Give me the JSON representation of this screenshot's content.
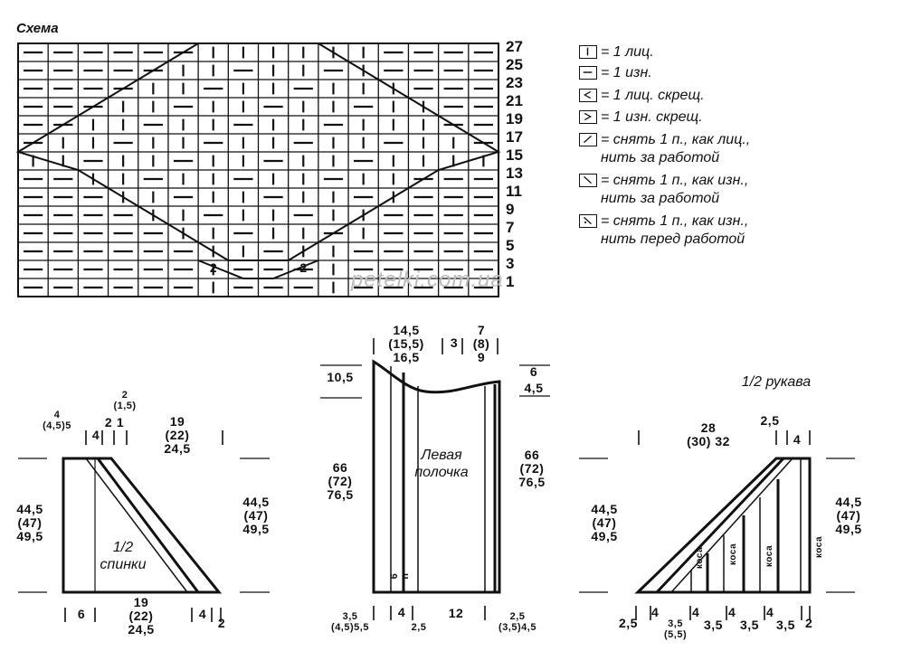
{
  "scheme": {
    "title": "Схема",
    "row_numbers": [
      "27",
      "25",
      "23",
      "21",
      "19",
      "17",
      "15",
      "13",
      "11",
      "9",
      "7",
      "5",
      "3",
      "1"
    ],
    "grid_note_left": "2",
    "grid_note_right": "2"
  },
  "legend": [
    {
      "symbol": "knit-symbol",
      "text": "= 1 лиц."
    },
    {
      "symbol": "purl-symbol",
      "text": "= 1 изн."
    },
    {
      "symbol": "cross-knit-symbol",
      "text": "= 1 лиц. скрещ."
    },
    {
      "symbol": "cross-purl-symbol",
      "text": "= 1 изн. скрещ."
    },
    {
      "symbol": "slip-knit-symbol",
      "text": "= снять 1 п., как лиц.,\nнить за работой"
    },
    {
      "symbol": "slip-purl-symbol",
      "text": "= снять 1 п., как изн.,\nнить за работой"
    },
    {
      "symbol": "slip-purl-front-symbol",
      "text": "= снять 1 п., как изн.,\nнить перед работой"
    }
  ],
  "watermark": "petelki.com.ua",
  "back": {
    "label": "1/2\nспинки",
    "top_left_dim": "4\n(4,5)5",
    "top_small_1": "4",
    "top_small_2": "2",
    "top_small_3": "1",
    "top_mid_dim": "2\n(1,5)",
    "top_right_dim": "19\n(22)\n24,5",
    "left_height": "44,5\n(47)\n49,5",
    "right_height": "44,5\n(47)\n49,5",
    "bottom_left": "6",
    "bottom_mid": "19\n(22)\n24,5",
    "bottom_right_1": "4",
    "bottom_right_2": "2"
  },
  "front": {
    "label": "Левая\nполочка",
    "band_label": "6 п",
    "top_dim_1": "14,5\n(15,5)\n16,5",
    "top_dim_2": "3",
    "top_dim_3": "7\n(8)\n9",
    "left_top": "10,5",
    "right_top_1": "6",
    "right_top_2": "4,5",
    "left_height": "66\n(72)\n76,5",
    "right_height": "66\n(72)\n76,5",
    "bottom_1": "3,5\n(4,5)5,5",
    "bottom_2": "4",
    "bottom_3": "2,5",
    "bottom_4": "12",
    "bottom_5": "2,5\n(3,5)4,5"
  },
  "sleeve": {
    "label": "1/2 рукава",
    "top_dim": "28\n(30) 32",
    "top_right_1": "2,5",
    "top_right_2": "4",
    "left_height": "44,5\n(47)\n49,5",
    "right_height": "44,5\n(47)\n49,5",
    "band_labels": [
      "коса",
      "коса",
      "коса",
      "коса"
    ],
    "bottom_values": [
      "2,5",
      "4",
      "3,5\n(5,5)",
      "4",
      "3,5",
      "4",
      "3,5",
      "4",
      "3,5",
      "2"
    ]
  }
}
